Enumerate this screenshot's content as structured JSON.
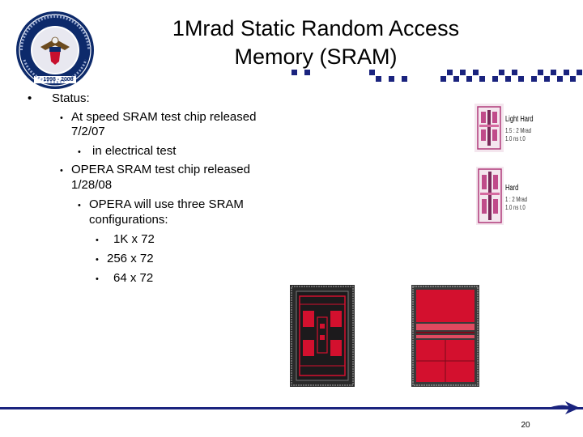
{
  "slide": {
    "title_line1": "1Mrad Static Random Access",
    "title_line2": "Memory (SRAM)",
    "page_number": "20"
  },
  "seal": {
    "ring_text_top": "TENTH ANNIVERSARY",
    "year_range": "1998 - 2008"
  },
  "content": {
    "l1": "Status:",
    "l2": "At speed SRAM test chip released",
    "l3": "7/2/07",
    "l4": "in electrical test",
    "l5": "OPERA SRAM  test chip released",
    "l6": "1/28/08",
    "l7": "OPERA will use three SRAM",
    "l8": "configurations:",
    "l9": "1K x 72",
    "l10": "256 x 72",
    "l11": "64 x 72"
  },
  "thumbnails": [
    {
      "label": "Light Hard",
      "sub1": "1.5 : 2 Mrad",
      "sub2": "1.0 ns t.0"
    },
    {
      "label": "Hard",
      "sub1": "1 : 2 Mrad",
      "sub2": "1.0 ns t.0"
    }
  ],
  "colors": {
    "accent": "#1a237e",
    "chip_red": "#d3102e",
    "chip_dark": "#1c1a1c"
  }
}
